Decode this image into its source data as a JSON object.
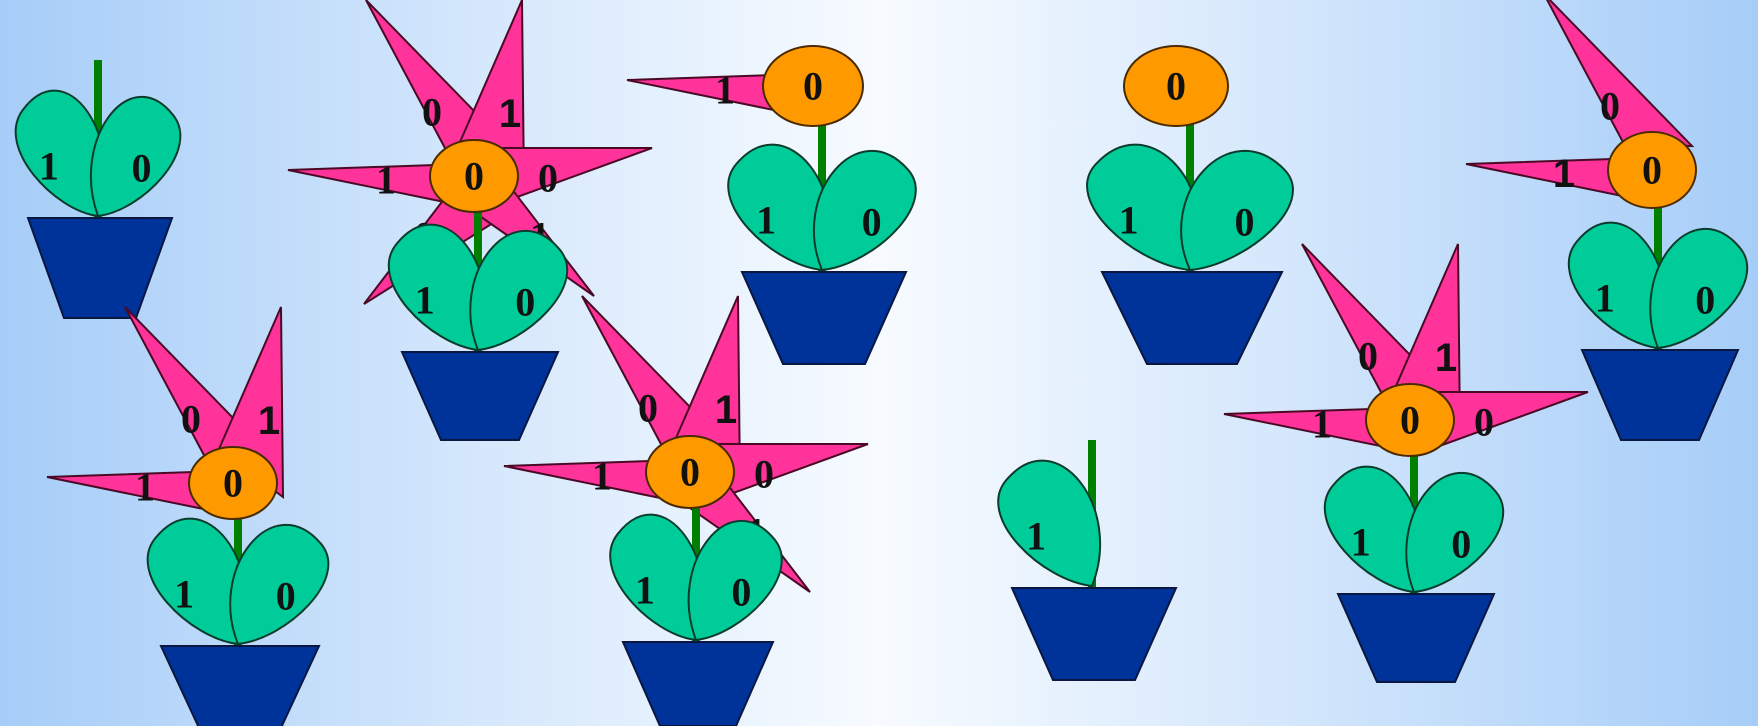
{
  "colors": {
    "background_edge": "#a6cdf8",
    "background_center": "#f7fbff",
    "pot": "#003399",
    "leaf": "#00cc99",
    "stem": "#008000",
    "petal": "#ff3399",
    "center": "#ff9900",
    "text": "#111111"
  },
  "top_text": "",
  "plants": [
    {
      "id": "plant-1",
      "leaf_left": "1",
      "leaf_right": "0"
    },
    {
      "id": "plant-2",
      "leaf_left": "1",
      "leaf_right": "0",
      "center": "0",
      "petals": [
        "0",
        "1",
        "1",
        "0",
        "0",
        "1"
      ]
    },
    {
      "id": "plant-3",
      "leaf_left": "1",
      "leaf_right": "0",
      "center": "0",
      "petals": [
        "1"
      ]
    },
    {
      "id": "plant-4",
      "leaf_left": "1",
      "leaf_right": "0",
      "center": "0",
      "petals": []
    },
    {
      "id": "plant-5",
      "leaf_left": "1",
      "leaf_right": "0",
      "center": "0",
      "petals": [
        "0",
        "1"
      ]
    },
    {
      "id": "plant-6",
      "leaf_left": "1",
      "leaf_right": "0",
      "center": "0",
      "petals": [
        "0",
        "1",
        "1"
      ]
    },
    {
      "id": "plant-7",
      "leaf_left": "1",
      "leaf_right": "0",
      "center": "0",
      "petals": [
        "0",
        "1",
        "1",
        "0",
        "1"
      ]
    },
    {
      "id": "plant-8",
      "leaf_left": "1"
    },
    {
      "id": "plant-9",
      "leaf_left": "1",
      "leaf_right": "0",
      "center": "0",
      "petals": [
        "0",
        "1",
        "1",
        "0"
      ]
    }
  ]
}
